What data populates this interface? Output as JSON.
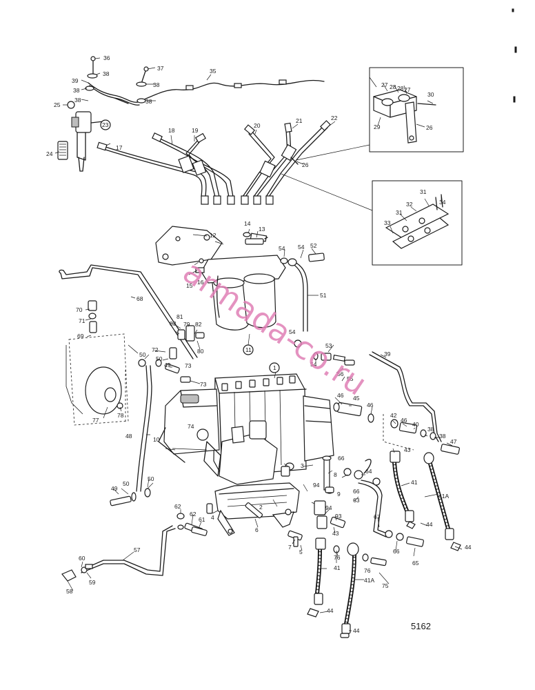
{
  "drawing_code": "5162",
  "watermark": "armada-co.ru",
  "labels": {
    "l1": "1",
    "l2": "2",
    "l3": "3",
    "l4": "4",
    "l5": "5",
    "l6": "6",
    "l7": "7",
    "l8": "8",
    "l9": "9",
    "l10": "10",
    "l11": "11",
    "l12": "12",
    "l13": "13",
    "l14": "14",
    "l15": "15",
    "l16": "16",
    "l17": "17",
    "l18": "18",
    "l19": "19",
    "l20": "20",
    "l21": "21",
    "l22": "22",
    "l23": "23",
    "l24": "24",
    "l25": "25",
    "l26a": "26",
    "l26b": "26",
    "l27a": "27",
    "l27b": "27",
    "l28a": "28",
    "l28b": "28",
    "l29": "29",
    "l30": "30",
    "l31a": "31",
    "l31b": "31",
    "l32": "32",
    "l33": "33",
    "l34": "34",
    "l35": "35",
    "l36": "36",
    "l37": "37",
    "l38a": "38",
    "l38b": "38",
    "l38c": "38",
    "l38d": "38",
    "l38e": "38",
    "l38f": "38",
    "l38g": "38",
    "l39a": "39",
    "l39b": "39",
    "l40": "40",
    "l41a": "41",
    "l41b": "41",
    "l41Aa": "41A",
    "l41Ab": "41A",
    "l42": "42",
    "l43a": "43",
    "l43b": "43",
    "l44a": "44",
    "l44b": "44",
    "l44c": "44",
    "l44d": "44",
    "l45": "45",
    "l46a": "46",
    "l46b": "46",
    "l46c": "46",
    "l47": "47",
    "l48": "48",
    "l49a": "49",
    "l49b": "49",
    "l50a": "50",
    "l50b": "50",
    "l50c": "50",
    "l50d": "50",
    "l51": "51",
    "l52": "52",
    "l53": "53",
    "l54a": "54",
    "l54b": "54",
    "l54c": "54",
    "l54d": "54",
    "l55": "55",
    "l56": "56",
    "l57": "57",
    "l58": "58",
    "l59": "59",
    "l60": "60",
    "l61": "61",
    "l62a": "62",
    "l62b": "62",
    "l63": "63",
    "l64": "64",
    "l65": "65",
    "l66a": "66",
    "l66b": "66",
    "l66c": "66",
    "l67": "67",
    "l68": "68",
    "l69": "69",
    "l70": "70",
    "l71": "71",
    "l72": "72",
    "l73a": "73",
    "l73b": "73",
    "l74": "74",
    "l75": "75",
    "l76a": "76",
    "l76b": "76",
    "l77": "77",
    "l78": "78",
    "l79": "79",
    "l80": "80",
    "l81": "81",
    "l82": "82",
    "l83": "83",
    "l93": "93",
    "l94a": "94",
    "l94b": "94"
  },
  "colors": {
    "ink": "#1a1a1a",
    "watermark": "#e07fb6",
    "paper": "#ffffff"
  }
}
